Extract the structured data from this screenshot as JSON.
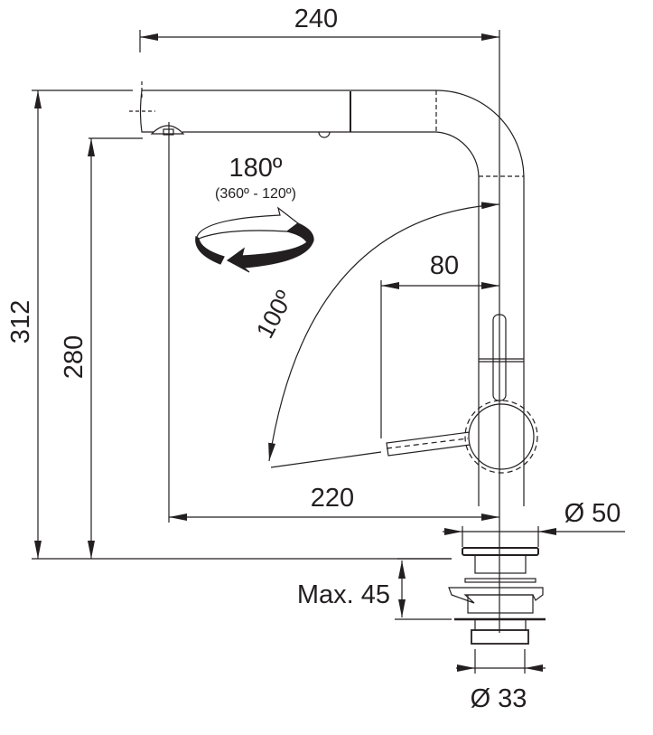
{
  "diagram": {
    "type": "technical-drawing",
    "subject": "pull-out kitchen faucet dimensions",
    "units": "mm",
    "colors": {
      "line": "#231f20",
      "background": "#ffffff"
    }
  },
  "dimensions": {
    "overall_width": "240",
    "overall_height": "312",
    "spout_outlet_height": "280",
    "spout_reach": "220",
    "lever_reach": "80",
    "base_diameter": "Ø 50",
    "shank_diameter": "Ø 33",
    "max_countertop": "Max. 45"
  },
  "rotation": {
    "swivel_angle": "180º",
    "swivel_range": "(360º - 120º)",
    "lever_angle": "100º"
  }
}
